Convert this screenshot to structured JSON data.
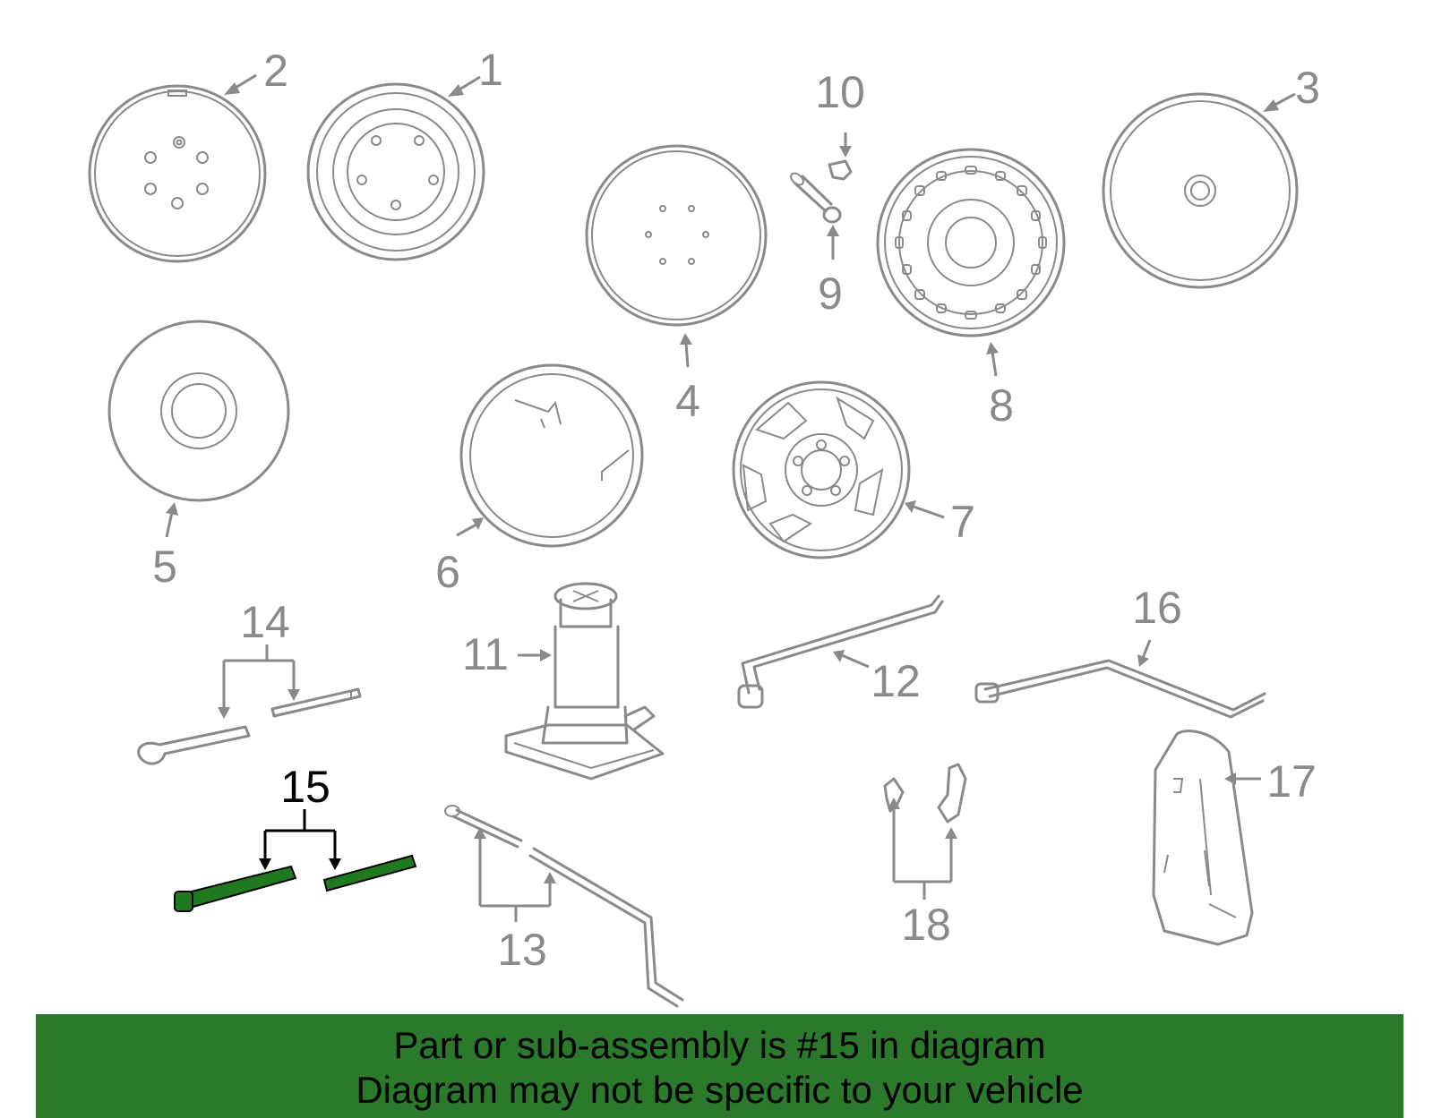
{
  "labels": {
    "l1": "1",
    "l2": "2",
    "l3": "3",
    "l4": "4",
    "l5": "5",
    "l6": "6",
    "l7": "7",
    "l8": "8",
    "l9": "9",
    "l10": "10",
    "l11": "11",
    "l12": "12",
    "l13": "13",
    "l14": "14",
    "l15": "15",
    "l16": "16",
    "l17": "17",
    "l18": "18"
  },
  "highlight": {
    "part": "15",
    "color": "#1f7a1f"
  },
  "banner": {
    "line1": "Part or sub-assembly is #15 in diagram",
    "line2": "Diagram may not be specific to your vehicle",
    "background": "#2b7a2b"
  }
}
